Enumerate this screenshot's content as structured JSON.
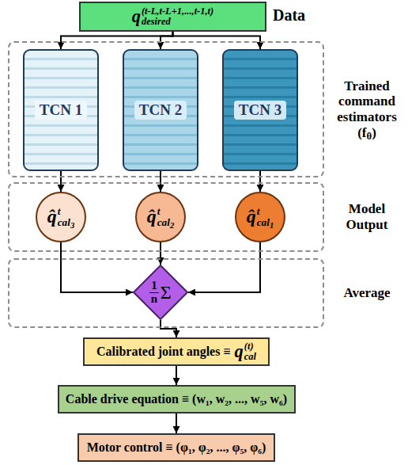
{
  "diagram": {
    "nodes": [
      {
        "text": [
          "q",
          "(t-L,t-L+1,...,t-1,t)",
          "desired"
        ]
      },
      {
        "text": [
          "Trained command estimators",
          "(f",
          "θ",
          ")"
        ]
      },
      {
        "text": [
          "TCN 1"
        ],
        "in": 1
      },
      {
        "text": [
          "TCN 2"
        ],
        "in": 1
      },
      {
        "text": [
          "TCN 3"
        ],
        "in": 1
      },
      {
        "text": [
          "Model Output"
        ]
      },
      {
        "text": [
          "q̂",
          "t",
          "cal",
          "3"
        ],
        "in": 5
      },
      {
        "text": [
          "q̂",
          "t",
          "cal",
          "2"
        ],
        "in": 5
      },
      {
        "text": [
          "q̂",
          "t",
          "cal",
          "1"
        ],
        "in": 5
      },
      {
        "text": [
          "Average"
        ]
      },
      {
        "text": [
          "1",
          "n",
          "Σ"
        ],
        "in": 9
      },
      {
        "text": [
          "Calibrated joint angles ≡",
          "q",
          "(t)",
          "cal"
        ]
      },
      {
        "text": [
          "Cable drive equation ≡ (w₁, w₂, ..., w₅, w₆)"
        ]
      },
      {
        "text": [
          "Motor control ≡ (φ₁, φ₂, ..., φ₅, φ₆)"
        ]
      }
    ],
    "edges": [
      {
        "from": 0,
        "to": 2,
        "arrow": "to"
      },
      {
        "from": 0,
        "to": 3,
        "arrow": "to"
      },
      {
        "from": 0,
        "to": 4,
        "arrow": "to"
      },
      {
        "from": 2,
        "to": 6,
        "arrow": "to"
      },
      {
        "from": 3,
        "to": 7,
        "arrow": "to"
      },
      {
        "from": 4,
        "to": 8,
        "arrow": "to"
      },
      {
        "from": 6,
        "to": 10,
        "arrow": "to"
      },
      {
        "from": 7,
        "to": 10,
        "arrow": "to"
      },
      {
        "from": 8,
        "to": 10,
        "arrow": "to"
      },
      {
        "from": 10,
        "to": 11,
        "arrow": "to"
      },
      {
        "from": 11,
        "to": 12,
        "arrow": "to"
      },
      {
        "from": 12,
        "to": 13,
        "arrow": "to"
      }
    ],
    "labels": [
      "Data"
    ]
  }
}
